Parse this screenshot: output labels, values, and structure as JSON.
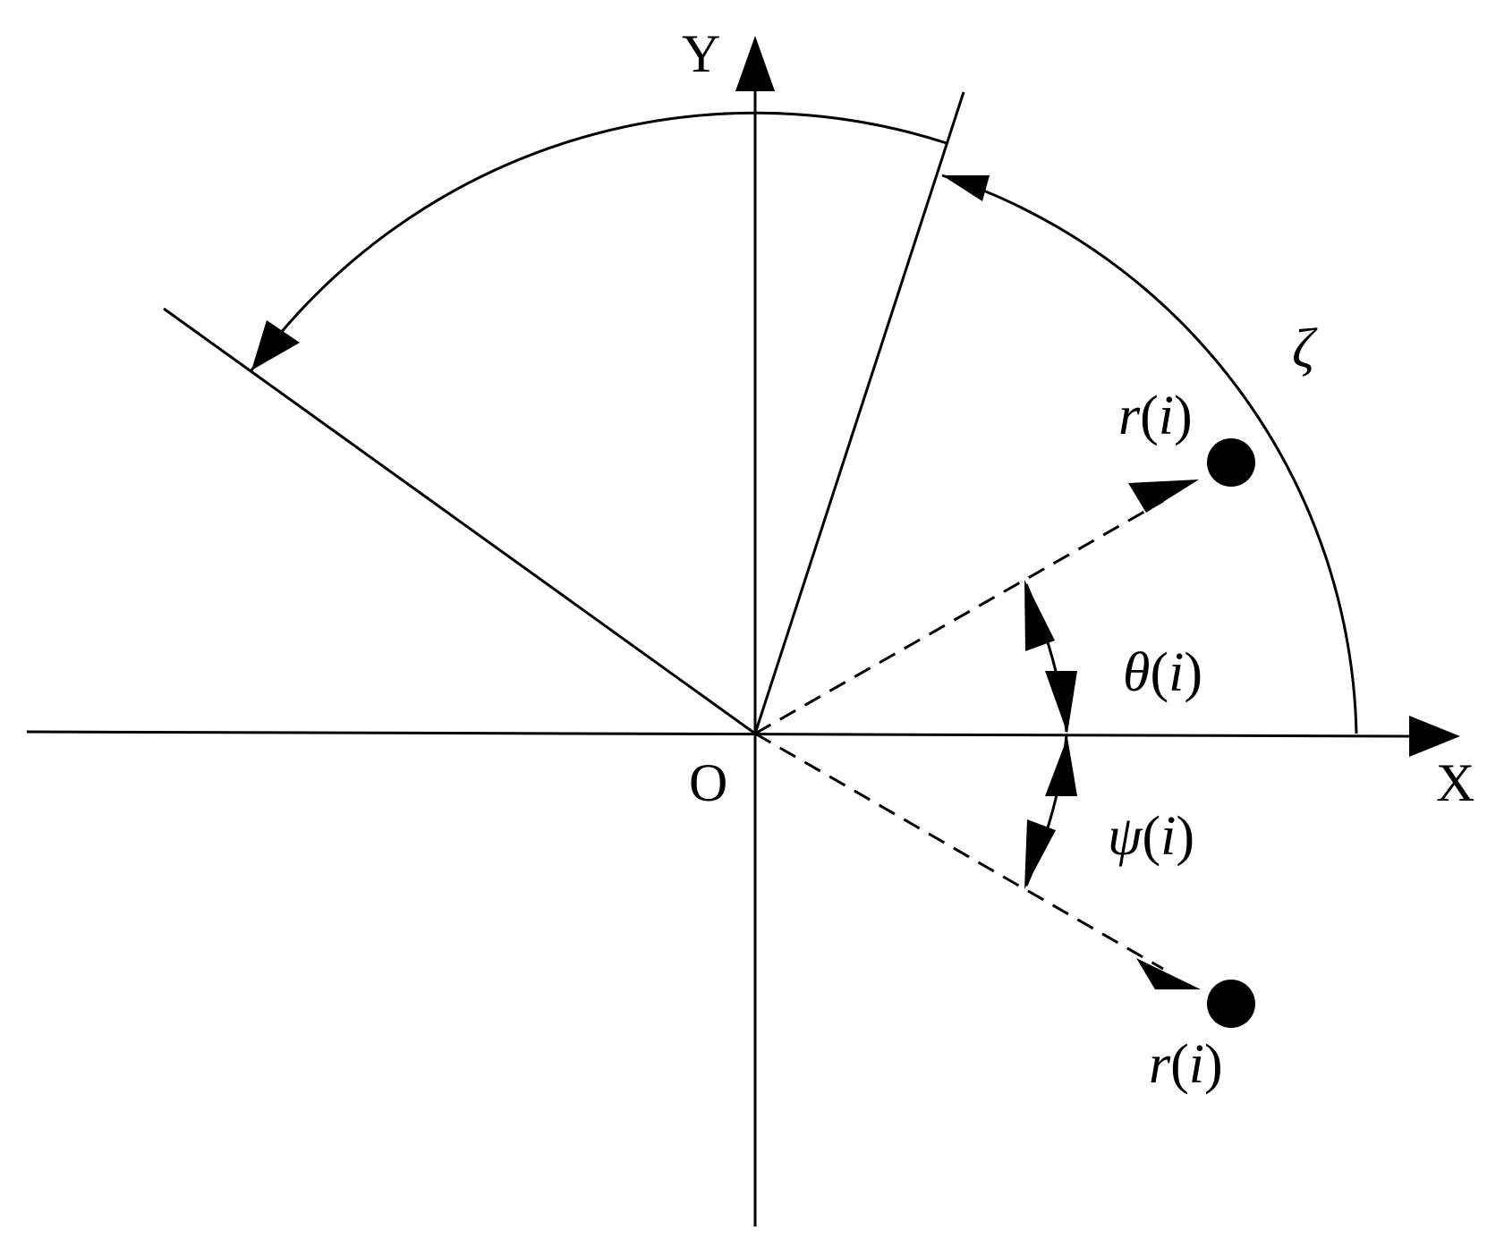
{
  "labels": {
    "y_axis": "Y",
    "x_axis": "X",
    "origin": "O",
    "zeta": "ζ",
    "r_upper_var": "r",
    "r_upper_arg": "i",
    "r_lower_var": "r",
    "r_lower_arg": "i",
    "theta_var": "θ",
    "theta_arg": "i",
    "psi_var": "ψ",
    "psi_arg": "i",
    "open_paren": "(",
    "close_paren": ")"
  },
  "colors": {
    "stroke": "#000000",
    "background": "#ffffff"
  }
}
